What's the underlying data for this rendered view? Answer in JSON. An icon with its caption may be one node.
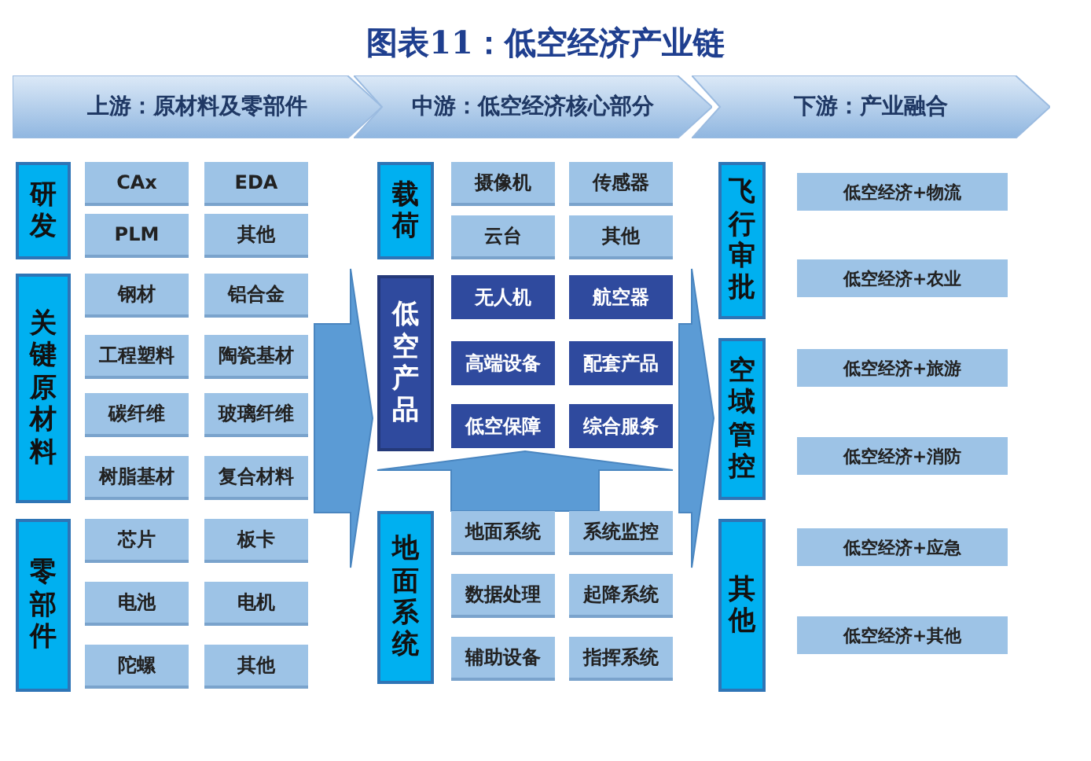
{
  "diagram": {
    "title": "图表11：低空经济产业链",
    "nodes": [
      {
        "text": [
          "上游：原材料及零部件"
        ]
      },
      {
        "text": [
          "中游：低空经济核心部分"
        ]
      },
      {
        "text": [
          "下游：产业融合"
        ]
      },
      {
        "text": [
          "研发"
        ]
      },
      {
        "text": [
          "CAx"
        ]
      },
      {
        "text": [
          "EDA"
        ]
      },
      {
        "text": [
          "PLM"
        ]
      },
      {
        "text": [
          "其他"
        ]
      },
      {
        "text": [
          "关键原材料"
        ]
      },
      {
        "text": [
          "钢材"
        ]
      },
      {
        "text": [
          "铝合金"
        ]
      },
      {
        "text": [
          "工程塑料"
        ]
      },
      {
        "text": [
          "陶瓷基材"
        ]
      },
      {
        "text": [
          "碳纤维"
        ]
      },
      {
        "text": [
          "玻璃纤维"
        ]
      },
      {
        "text": [
          "树脂基材"
        ]
      },
      {
        "text": [
          "复合材料"
        ]
      },
      {
        "text": [
          "零部件"
        ]
      },
      {
        "text": [
          "芯片"
        ]
      },
      {
        "text": [
          "板卡"
        ]
      },
      {
        "text": [
          "电池"
        ]
      },
      {
        "text": [
          "电机"
        ]
      },
      {
        "text": [
          "陀螺"
        ]
      },
      {
        "text": [
          "其他"
        ]
      },
      {
        "text": [
          "载荷"
        ]
      },
      {
        "text": [
          "摄像机"
        ]
      },
      {
        "text": [
          "传感器"
        ]
      },
      {
        "text": [
          "云台"
        ]
      },
      {
        "text": [
          "其他"
        ]
      },
      {
        "text": [
          "低空产品"
        ]
      },
      {
        "text": [
          "无人机"
        ]
      },
      {
        "text": [
          "航空器"
        ]
      },
      {
        "text": [
          "高端设备"
        ]
      },
      {
        "text": [
          "配套产品"
        ]
      },
      {
        "text": [
          "低空保障"
        ]
      },
      {
        "text": [
          "综合服务"
        ]
      },
      {
        "text": [
          "地面系统"
        ]
      },
      {
        "text": [
          "地面系统"
        ]
      },
      {
        "text": [
          "系统监控"
        ]
      },
      {
        "text": [
          "数据处理"
        ]
      },
      {
        "text": [
          "起降系统"
        ]
      },
      {
        "text": [
          "辅助设备"
        ]
      },
      {
        "text": [
          "指挥系统"
        ]
      },
      {
        "text": [
          "飞行审批"
        ]
      },
      {
        "text": [
          "空域管控"
        ]
      },
      {
        "text": [
          "其他"
        ]
      },
      {
        "text": [
          "低空经济+物流"
        ]
      },
      {
        "text": [
          "低空经济+农业"
        ]
      },
      {
        "text": [
          "低空经济+旅游"
        ]
      },
      {
        "text": [
          "低空经济+消防"
        ]
      },
      {
        "text": [
          "低空经济+应急"
        ]
      },
      {
        "text": [
          "低空经济+其他"
        ]
      }
    ],
    "edges": [
      {
        "from": 14,
        "to": 29,
        "arrow": "to"
      },
      {
        "from": 36,
        "to": 29,
        "arrow": "to"
      },
      {
        "from": 35,
        "to": 44,
        "arrow": "to"
      }
    ]
  }
}
